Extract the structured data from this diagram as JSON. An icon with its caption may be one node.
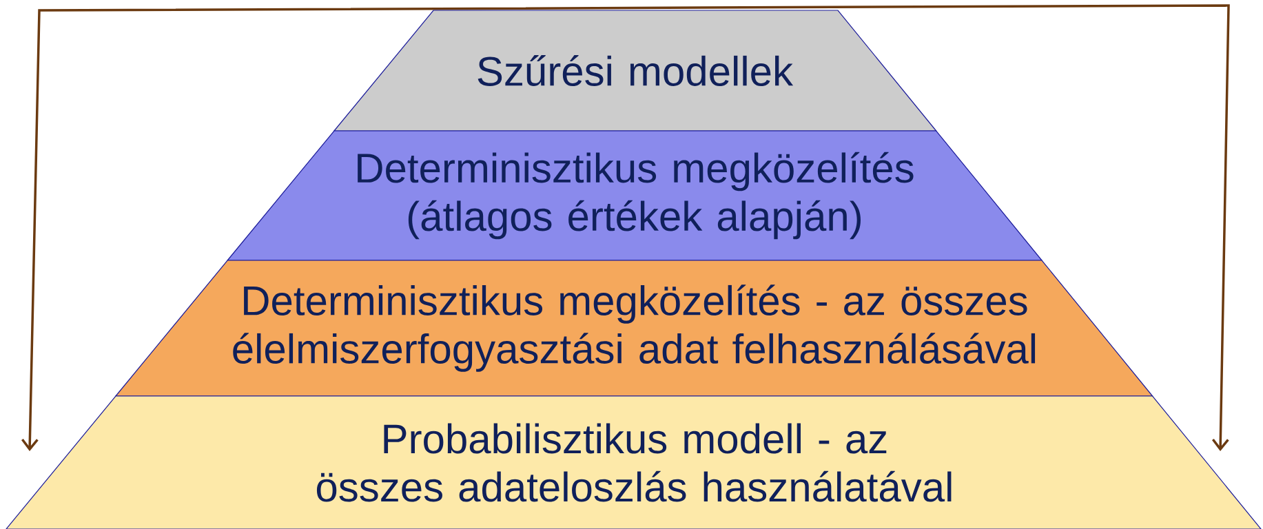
{
  "diagram": {
    "nodes": [
      {
        "text": [
          "Szűrési modellek"
        ]
      },
      {
        "text": [
          "Determinisztikus megközelítés (átlagos értékek alapján)"
        ]
      },
      {
        "text": [
          "Determinisztikus megközelítés - az összes élelmiszerfogyasztási adat felhasználásával"
        ]
      },
      {
        "text": [
          "Probabilisztikus modell - az összes adateloszlás használatával"
        ]
      }
    ]
  }
}
